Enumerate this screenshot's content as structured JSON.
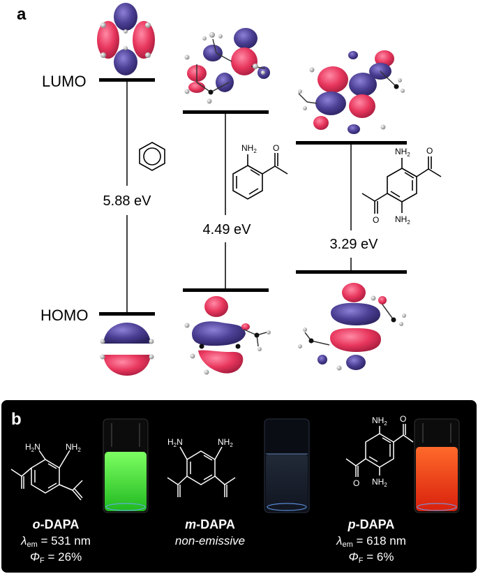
{
  "panel_a": {
    "letter": "a",
    "lumo_label": "LUMO",
    "homo_label": "HOMO",
    "gaps": [
      "5.88 eV",
      "4.49 eV",
      "3.29 eV"
    ],
    "nh2": "NH",
    "sub2": "2",
    "h2n": "H",
    "oxygen": "O"
  },
  "panel_b": {
    "letter": "b",
    "compounds": [
      {
        "name_italic": "o",
        "name_rest": "-DAPA",
        "line2_symbol": "λ",
        "line2_sub": "em",
        "line2_rest": " = 531 nm",
        "line3_symbol": "Φ",
        "line3_sub": "F",
        "line3_rest": " = 26%",
        "emission_color": "#39e633"
      },
      {
        "name_italic": "m",
        "name_rest": "-DAPA",
        "note": "non-emissive",
        "emission_color": "#1b2330"
      },
      {
        "name_italic": "p",
        "name_rest": "-DAPA",
        "line2_symbol": "λ",
        "line2_sub": "em",
        "line2_rest": " = 618 nm",
        "line3_symbol": "Φ",
        "line3_sub": "F",
        "line3_rest": " = 6%",
        "emission_color": "#ff3b12"
      }
    ]
  },
  "colors": {
    "orbital_positive": "#e8365d",
    "orbital_negative": "#4b3f94",
    "panel_b_background": "#000000"
  }
}
